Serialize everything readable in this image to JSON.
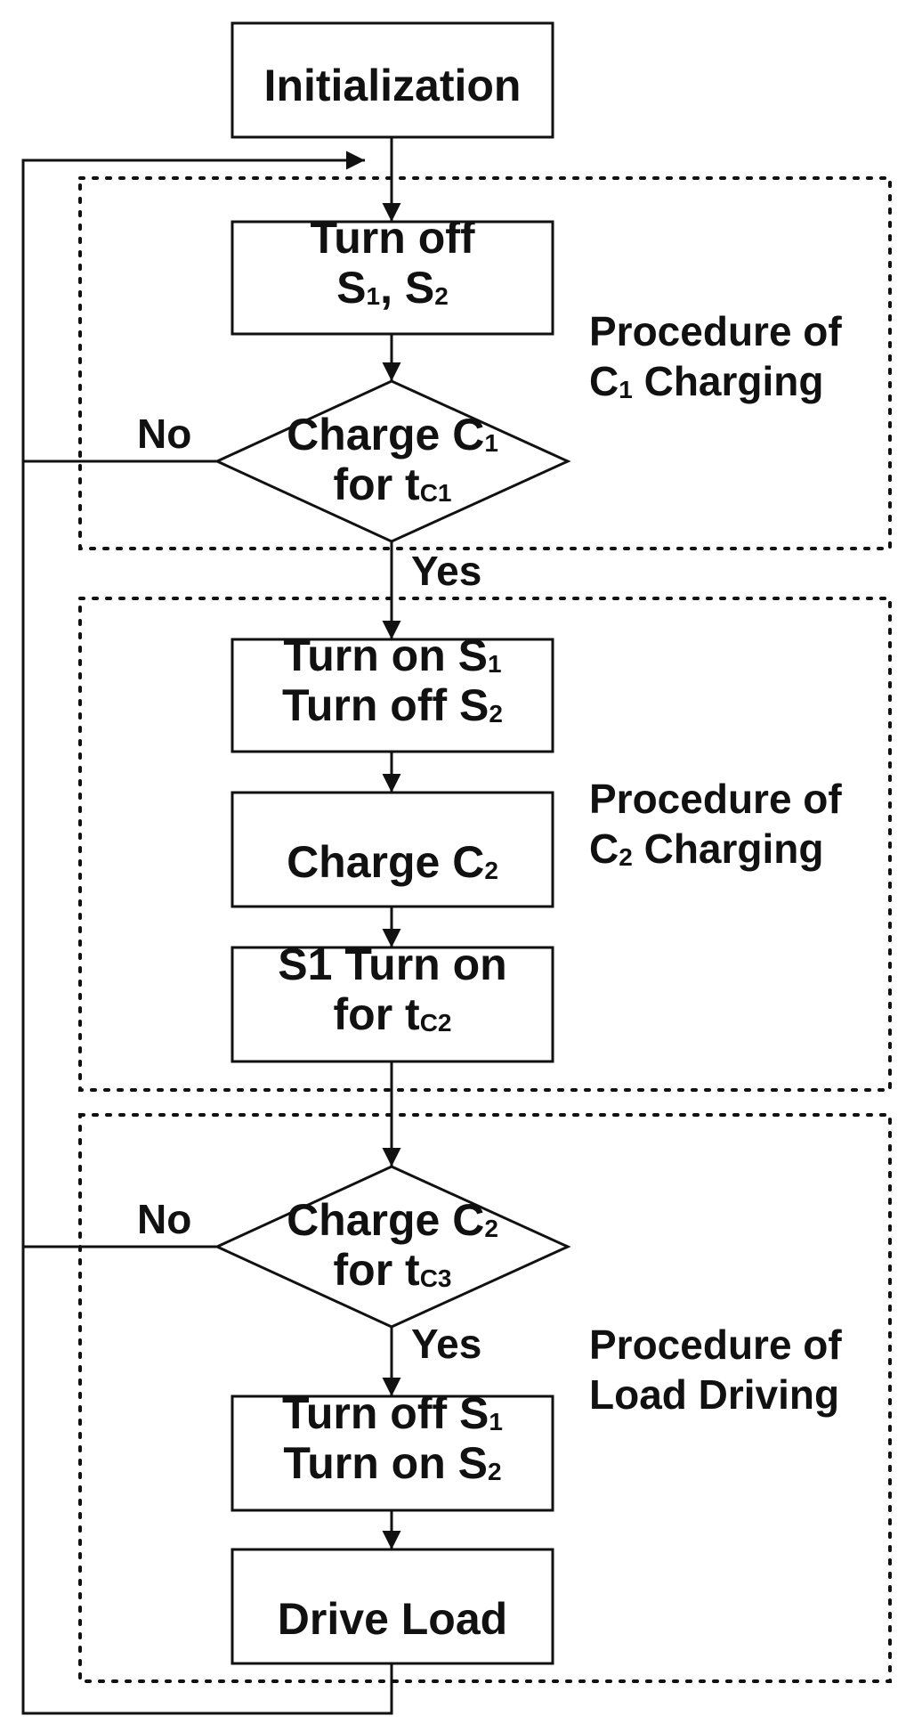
{
  "nodes": {
    "init": {
      "lines": [
        [
          {
            "t": "Initialization"
          }
        ]
      ]
    },
    "turnoff_s1s2": {
      "lines": [
        [
          {
            "t": "Turn off"
          }
        ],
        [
          {
            "t": "S"
          },
          {
            "t": "1",
            "sub": true
          },
          {
            "t": ", S"
          },
          {
            "t": "2",
            "sub": true
          }
        ]
      ]
    },
    "dec_c1": {
      "lines": [
        [
          {
            "t": "Charge C"
          },
          {
            "t": "1",
            "sub": true
          }
        ],
        [
          {
            "t": "for t"
          },
          {
            "t": "C1",
            "sub": true
          }
        ]
      ]
    },
    "on_s1_off_s2": {
      "lines": [
        [
          {
            "t": "Turn on S"
          },
          {
            "t": "1",
            "sub": true
          }
        ],
        [
          {
            "t": "Turn off S"
          },
          {
            "t": "2",
            "sub": true
          }
        ]
      ]
    },
    "charge_c2": {
      "lines": [
        [
          {
            "t": "Charge C"
          },
          {
            "t": "2",
            "sub": true
          }
        ]
      ]
    },
    "s1_on_tc2": {
      "lines": [
        [
          {
            "t": "S1 Turn on"
          }
        ],
        [
          {
            "t": "for t"
          },
          {
            "t": "C2",
            "sub": true
          }
        ]
      ]
    },
    "dec_c2": {
      "lines": [
        [
          {
            "t": "Charge C"
          },
          {
            "t": "2",
            "sub": true
          }
        ],
        [
          {
            "t": "for t"
          },
          {
            "t": "C3",
            "sub": true
          }
        ]
      ]
    },
    "off_s1_on_s2": {
      "lines": [
        [
          {
            "t": "Turn off S"
          },
          {
            "t": "1",
            "sub": true
          }
        ],
        [
          {
            "t": "Turn on S"
          },
          {
            "t": "2",
            "sub": true
          }
        ]
      ]
    },
    "drive_load": {
      "lines": [
        [
          {
            "t": "Drive Load"
          }
        ]
      ]
    }
  },
  "groups": {
    "c1": {
      "lines": [
        [
          {
            "t": "Procedure of"
          }
        ],
        [
          {
            "t": "C"
          },
          {
            "t": "1",
            "sub": true
          },
          {
            "t": " Charging"
          }
        ]
      ]
    },
    "c2": {
      "lines": [
        [
          {
            "t": "Procedure of"
          }
        ],
        [
          {
            "t": "C"
          },
          {
            "t": "2",
            "sub": true
          },
          {
            "t": " Charging"
          }
        ]
      ]
    },
    "load": {
      "lines": [
        [
          {
            "t": "Procedure of"
          }
        ],
        [
          {
            "t": "Load Driving"
          }
        ]
      ]
    }
  },
  "edge_labels": {
    "no_1": "No",
    "yes_1": "Yes",
    "no_2": "No",
    "yes_2": "Yes"
  }
}
